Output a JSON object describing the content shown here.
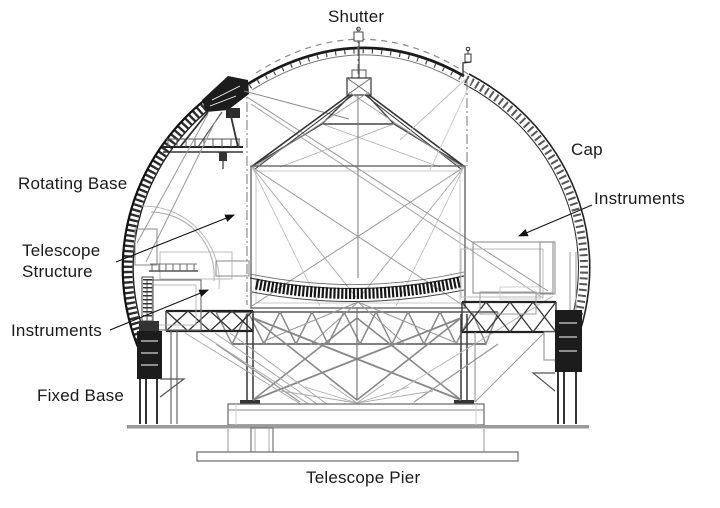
{
  "figure": {
    "description": "Technical cross-section line drawing of a telescope inside its dome enclosure"
  },
  "labels": {
    "shutter": "Shutter",
    "cap": "Cap",
    "rotating_base": "Rotating Base",
    "telescope_structure": "Telescope\nStructure",
    "instruments_left": "Instruments",
    "instruments_right": "Instruments",
    "fixed_base": "Fixed Base",
    "telescope_pier": "Telescope Pier"
  },
  "colors": {
    "background": "#ffffff",
    "ink": "#1a1a1a",
    "line_gray": "#888888",
    "floor_gray": "#9a9a9a"
  }
}
